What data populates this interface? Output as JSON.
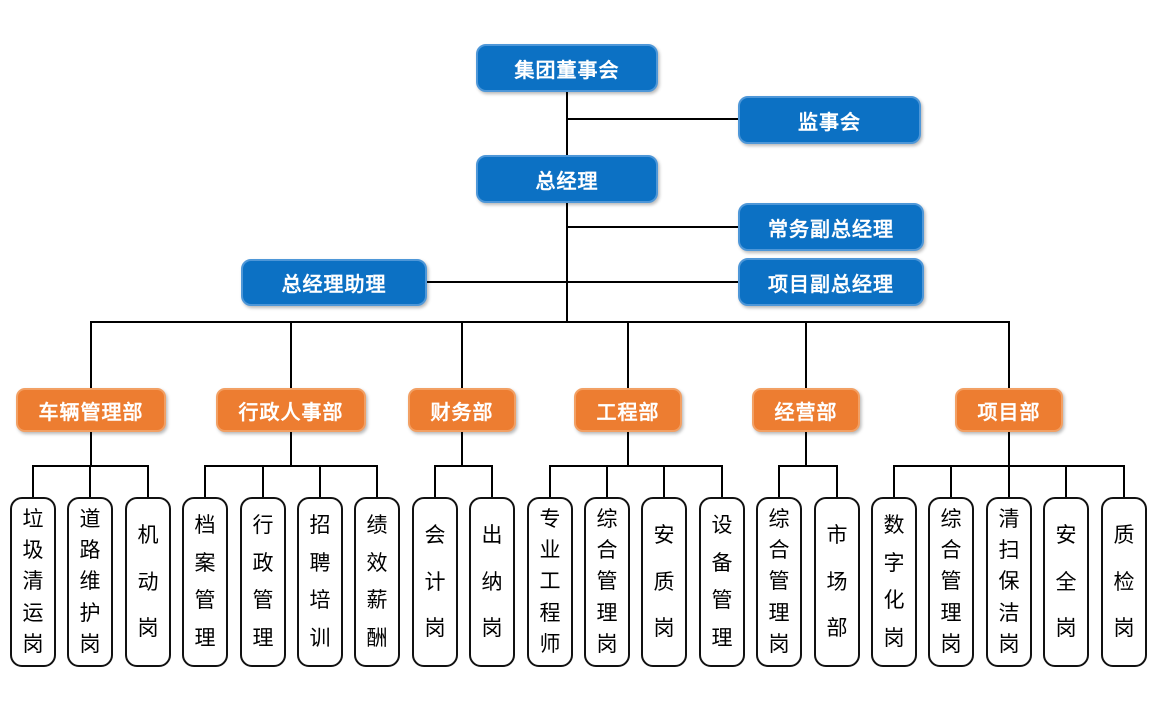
{
  "colors": {
    "executive_fill": "#0c71c4",
    "executive_border": "#4e97d8",
    "department_fill": "#ed7d31",
    "department_border": "#f2a064",
    "position_fill": "#ffffff",
    "position_border": "#111111",
    "connector": "#000000"
  },
  "executives": {
    "board": {
      "label": "集团董事会"
    },
    "supervisory_board": {
      "label": "监事会"
    },
    "general_manager": {
      "label": "总经理"
    },
    "executive_deputy_gm": {
      "label": "常务副总经理"
    },
    "gm_assistant": {
      "label": "总经理助理"
    },
    "project_deputy_gm": {
      "label": "项目副总经理"
    }
  },
  "departments": [
    {
      "label": "车辆管理部",
      "positions": [
        "垃圾清运岗",
        "道路维护岗",
        "机动岗"
      ]
    },
    {
      "label": "行政人事部",
      "positions": [
        "档案管理",
        "行政管理",
        "招聘培训",
        "绩效薪酬"
      ]
    },
    {
      "label": "财务部",
      "positions": [
        "会计岗",
        "出纳岗"
      ]
    },
    {
      "label": "工程部",
      "positions": [
        "专业工程师",
        "综合管理岗",
        "安质岗",
        "设备管理"
      ]
    },
    {
      "label": "经营部",
      "positions": [
        "综合管理岗",
        "市场部"
      ]
    },
    {
      "label": "项目部",
      "positions": [
        "数字化岗",
        "综合管理岗",
        "清扫保洁岗",
        "安全岗",
        "质检岗"
      ]
    }
  ]
}
